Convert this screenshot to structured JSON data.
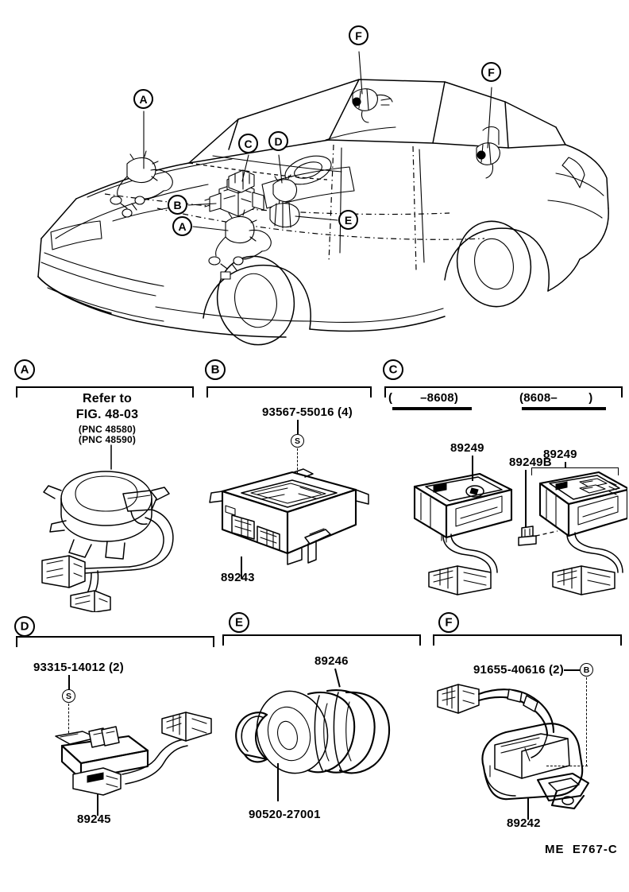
{
  "document": {
    "type": "parts-catalog-illustration",
    "footer_code": "ME  E767-C"
  },
  "vehicle_diagram": {
    "name": "sedan-cutaway-overview",
    "callouts": [
      {
        "id": "callout-a-upper",
        "label": "A"
      },
      {
        "id": "callout-c",
        "label": "C"
      },
      {
        "id": "callout-d",
        "label": "D"
      },
      {
        "id": "callout-b",
        "label": "B"
      },
      {
        "id": "callout-a-lower",
        "label": "A"
      },
      {
        "id": "callout-e",
        "label": "E"
      },
      {
        "id": "callout-f-left",
        "label": "F"
      },
      {
        "id": "callout-f-right",
        "label": "F"
      }
    ]
  },
  "panels": [
    {
      "letter": "A",
      "refer_line1": "Refer to",
      "refer_line2": "FIG. 48-03",
      "pnc_line1": "(PNC 48580)",
      "pnc_line2": "(PNC 48590)"
    },
    {
      "letter": "B",
      "fastener": "93567-55016 (4)",
      "fastener_marker": "S",
      "part": "89243"
    },
    {
      "letter": "C",
      "range_left": "(        –8608)",
      "range_right": "(8608–         )",
      "part_left": "89249",
      "part_right_group": "89249",
      "part_right_sub": "89249B"
    },
    {
      "letter": "D",
      "fastener": "93315-14012 (2)",
      "fastener_marker": "S",
      "part": "89245"
    },
    {
      "letter": "E",
      "part_main": "89246",
      "part_clip": "90520-27001"
    },
    {
      "letter": "F",
      "fastener": "91655-40616 (2)",
      "fastener_marker": "B",
      "part": "89242"
    }
  ]
}
